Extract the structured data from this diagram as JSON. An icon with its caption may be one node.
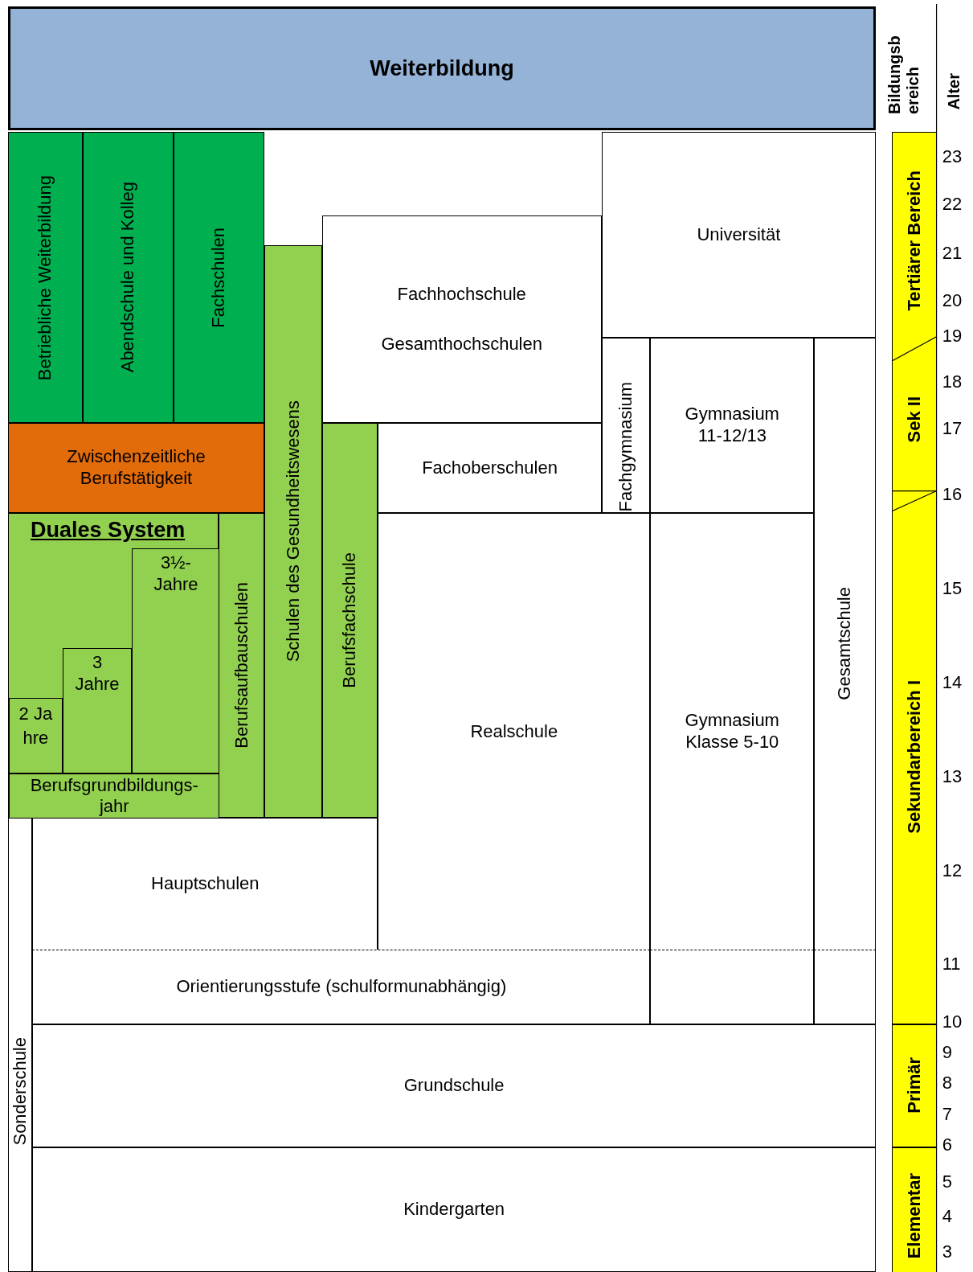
{
  "diagram": {
    "nodes": [
      {
        "text": [
          "Weiterbildung"
        ]
      },
      {
        "text": [
          "Betriebliche Weiterbildung"
        ]
      },
      {
        "text": [
          "Abendschule und Kolleg"
        ]
      },
      {
        "text": [
          "Fachschulen"
        ]
      },
      {
        "text": [
          "Zwischenzeitliche Berufstätigkeit"
        ]
      },
      {
        "text": [
          "Duales System"
        ]
      },
      {
        "text": [
          "3½- Jahre"
        ],
        "in": 5
      },
      {
        "text": [
          "3 Jahre"
        ],
        "in": 5
      },
      {
        "text": [
          "2 Jahre"
        ],
        "in": 5
      },
      {
        "text": [
          "Berufsgrundbildungs- jahr"
        ],
        "in": 5
      },
      {
        "text": [
          "Berufsaufbauschulen"
        ]
      },
      {
        "text": [
          "Schulen des Gesundheitswesens"
        ]
      },
      {
        "text": [
          "Berufsfachschule"
        ]
      },
      {
        "text": [
          "Fachhochschule",
          "Gesamthochschulen"
        ]
      },
      {
        "text": [
          "Universität"
        ]
      },
      {
        "text": [
          "Fachgymnasium"
        ]
      },
      {
        "text": [
          "Gymnasium 11-12/13"
        ]
      },
      {
        "text": [
          "Gesamtschule"
        ]
      },
      {
        "text": [
          "Fachoberschulen"
        ]
      },
      {
        "text": [
          "Realschule"
        ]
      },
      {
        "text": [
          "Gymnasium Klasse 5-10"
        ]
      },
      {
        "text": [
          "Hauptschulen"
        ]
      },
      {
        "text": [
          "Orientierungsstufe (schulformunabhängig)"
        ]
      },
      {
        "text": [],
        "shape": "box"
      },
      {
        "text": [],
        "shape": "box"
      },
      {
        "text": [
          "Grundschule"
        ]
      },
      {
        "text": [
          "Kindergarten"
        ]
      },
      {
        "text": [
          "Sonderschule"
        ]
      },
      {
        "text": [
          "Tertiärer Bereich"
        ]
      },
      {
        "text": [
          "Sek II"
        ]
      },
      {
        "text": [
          "Sekundarbereich I"
        ]
      },
      {
        "text": [
          "Primär"
        ]
      },
      {
        "text": [
          "Elementar"
        ]
      }
    ],
    "labels": [
      "Bildungsbereich",
      "Alter",
      "23",
      "22",
      "21",
      "20",
      "19",
      "18",
      "17",
      "16",
      "15",
      "14",
      "13",
      "12",
      "11",
      "10",
      "9",
      "8",
      "7",
      "6",
      "5",
      "4",
      "3"
    ]
  }
}
